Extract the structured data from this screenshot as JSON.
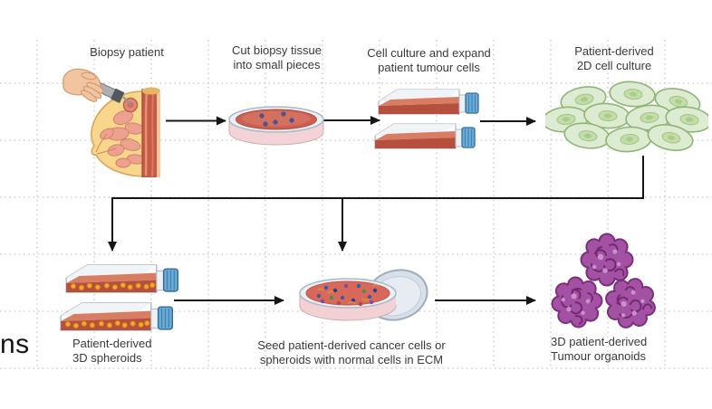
{
  "figure_type": "workflow-diagram",
  "fragment_text": "ns",
  "steps": {
    "biopsy": {
      "label": "Biopsy patient"
    },
    "cut": {
      "label": "Cut biopsy tissue\ninto small pieces"
    },
    "culture": {
      "label": "Cell culture and expand\npatient tumour cells"
    },
    "culture2d": {
      "label": "Patient-derived\n2D cell culture"
    },
    "spheroids": {
      "label": "Patient-derived\n3D spheroids"
    },
    "seed": {
      "label": "Seed patient-derived cancer cells or\nspheroids with normal cells in ECM"
    },
    "organoids": {
      "label": "3D patient-derived\nTumour organoids"
    }
  },
  "icons": {
    "biopsy": "breast-biopsy-illustration",
    "cut": "petri-dish-with-tissue-pieces-icon",
    "culture": "stacked-culture-flasks-icon",
    "culture2d": "2d-cell-monolayer-icon",
    "spheroids": "flasks-with-spheroids-icon",
    "seed": "open-petri-dish-with-lid-icon",
    "organoids": "tumour-organoids-icon"
  },
  "colors": {
    "arrow": "#161616",
    "label_text": "#3a3a3a",
    "grid_dots": "#b2b2b2",
    "medium_red": "#c05a48",
    "cell_green": "#dcebd2",
    "organoid_purple": "#a351a3",
    "cap_blue": "#6cacd6",
    "spheroid_orange": "#f3a92d"
  }
}
